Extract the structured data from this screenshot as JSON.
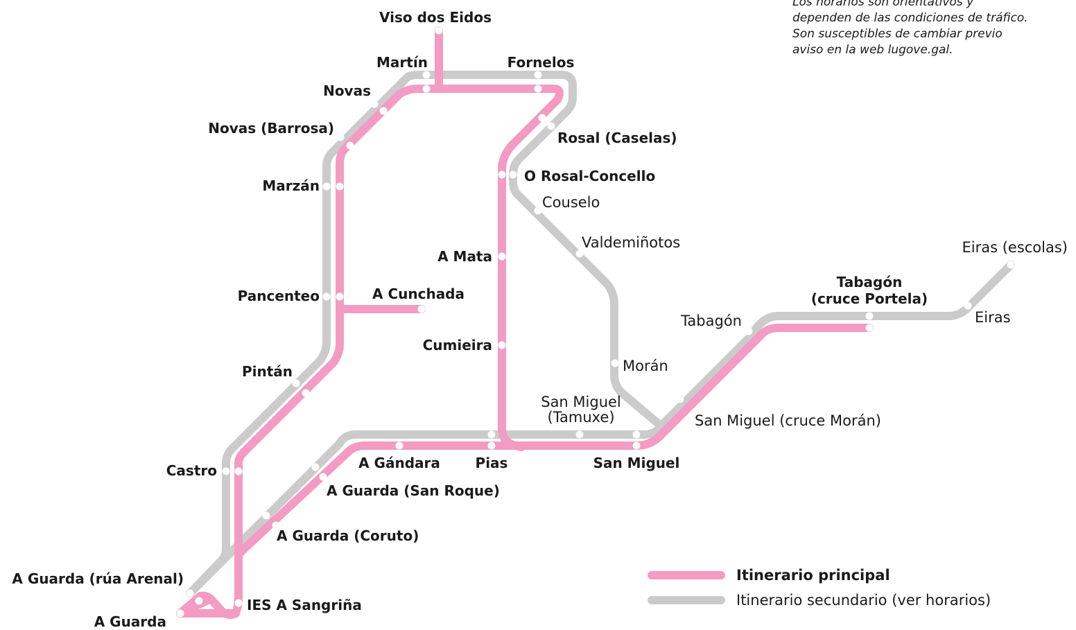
{
  "note": [
    "Los horarios son orientativos y",
    "dependen de las condiciones de tráfico.",
    "Son susceptibles de cambiar previo",
    "aviso en la web lugove.gal."
  ],
  "colors": {
    "principal": "#f39bc2",
    "secundario": "#cbcbcb",
    "stop": "#ffffff"
  },
  "legend": {
    "principal": "Itinerario principal",
    "secundario": "Itinerario secundario (ver horarios)"
  },
  "stops": {
    "viso": "Viso dos Eidos",
    "martin": "Martín",
    "fornelos": "Fornelos",
    "novas": "Novas",
    "novas_barrosa": "Novas (Barrosa)",
    "rosal_caselas": "Rosal (Caselas)",
    "rosal_concello": "O Rosal-Concello",
    "couselo": "Couselo",
    "marzan": "Marzán",
    "valdemi": "Valdemiñotos",
    "a_mata": "A Mata",
    "eiras_escolas": "Eiras (escolas)",
    "pancenteo": "Pancenteo",
    "a_cunchada": "A Cunchada",
    "tabagon_cruce_1": "Tabagón",
    "tabagon_cruce_2": "(cruce Portela)",
    "tabagon": "Tabagón",
    "eiras": "Eiras",
    "cumieira": "Cumieira",
    "moran": "Morán",
    "pintan": "Pintán",
    "san_miguel_tamuxe_1": "San Miguel",
    "san_miguel_tamuxe_2": "(Tamuxe)",
    "san_miguel_cruce": "San Miguel (cruce Morán)",
    "a_gandara": "A Gándara",
    "pias": "Pias",
    "san_miguel": "San Miguel",
    "castro": "Castro",
    "guarda_san_roque": "A Guarda (San Roque)",
    "guarda_coruto": "A Guarda (Coruto)",
    "guarda_rua_arenal": "A Guarda (rúa Arenal)",
    "ies_sangrina": "IES A Sangriña",
    "a_guarda": "A Guarda"
  }
}
